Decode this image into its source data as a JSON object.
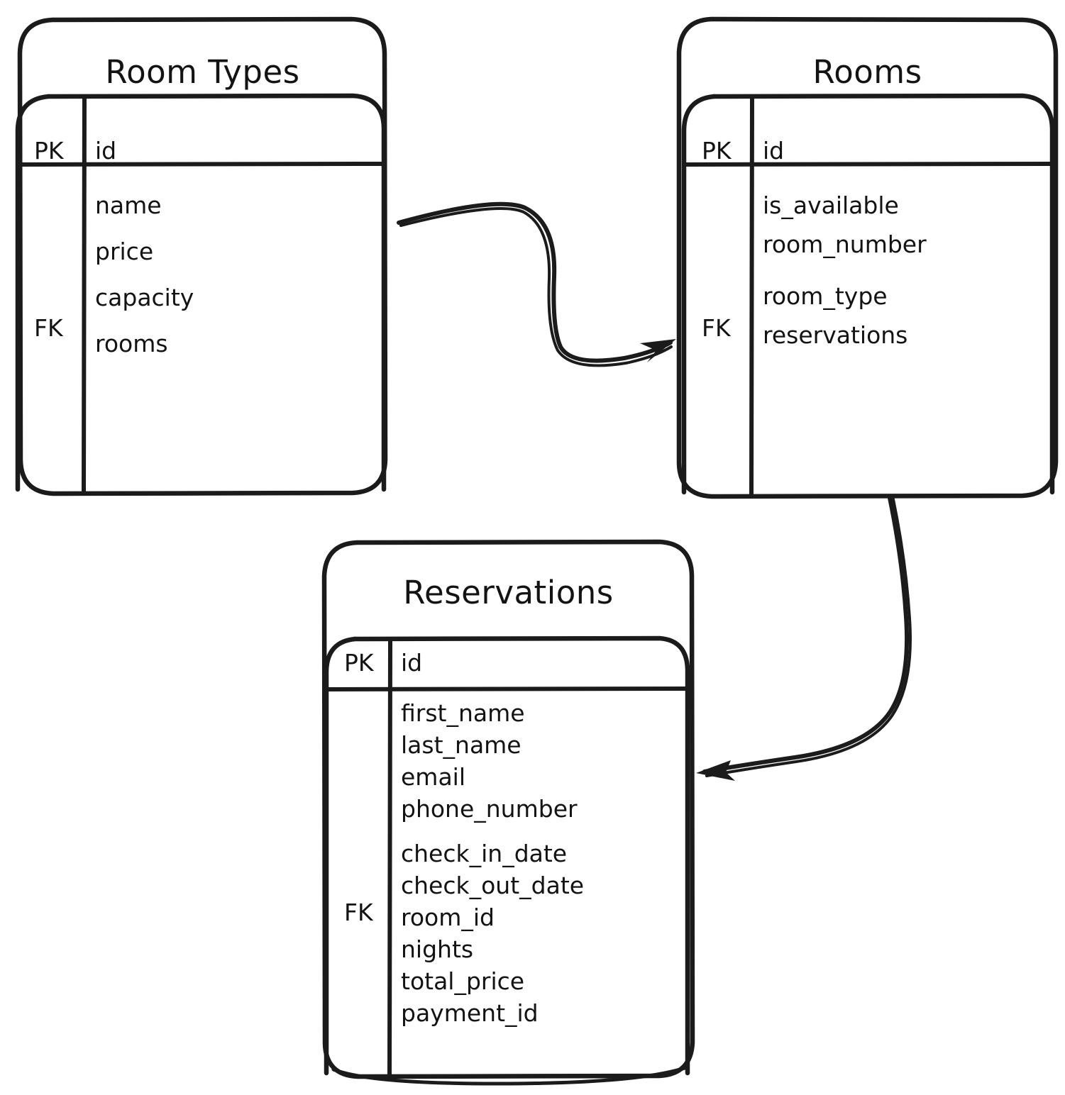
{
  "diagram": {
    "type": "entity-relationship-diagram",
    "style": "hand-drawn",
    "background_color": "#ffffff",
    "ink_color": "#1b1b1b"
  },
  "entities": [
    {
      "id": "room_types",
      "title": "Room Types",
      "pk_label": "PK",
      "pk_field": "id",
      "fk_label": "FK",
      "fields": [
        "name",
        "price",
        "capacity",
        "rooms"
      ],
      "fk_field": "rooms"
    },
    {
      "id": "rooms",
      "title": "Rooms",
      "pk_label": "PK",
      "pk_field": "id",
      "fk_label": "FK",
      "fields": [
        "is_available",
        "room_number",
        "room_type",
        "reservations"
      ],
      "fk_field": "reservations"
    },
    {
      "id": "reservations",
      "title": "Reservations",
      "pk_label": "PK",
      "pk_field": "id",
      "fk_label": "FK",
      "fields": [
        "first_name",
        "last_name",
        "email",
        "phone_number",
        "check_in_date",
        "check_out_date",
        "room_id",
        "nights",
        "total_price",
        "payment_id"
      ],
      "fk_field": "room_id"
    }
  ],
  "relationships": [
    {
      "id": "rt-to-rooms",
      "from": "room_types",
      "to": "rooms",
      "arrow": "single-head"
    },
    {
      "id": "rooms-to-res",
      "from": "rooms",
      "to": "reservations",
      "arrow": "single-head"
    }
  ]
}
